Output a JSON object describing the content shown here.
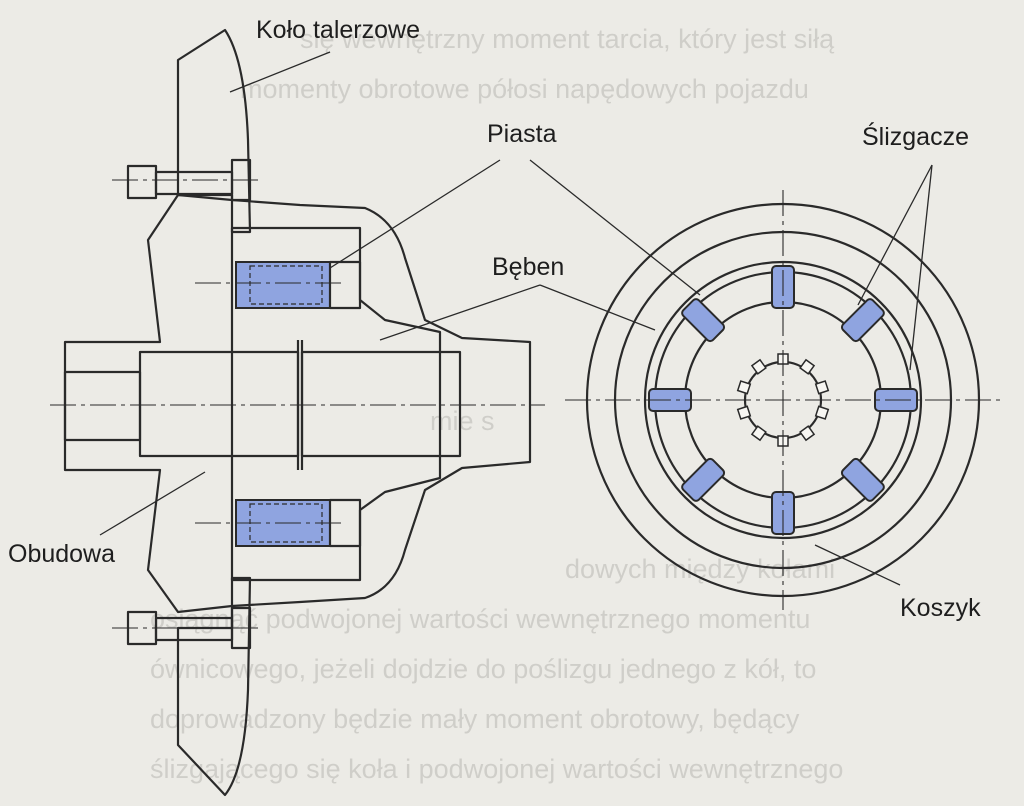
{
  "labels": {
    "kolo_talerzowe": "Koło talerzowe",
    "piasta": "Piasta",
    "slizgacze": "Ślizgacze",
    "beben": "Bęben",
    "obudowa": "Obudowa",
    "koszyk": "Koszyk"
  },
  "background_text": [
    "się wewnętrzny moment tarcia, który jest siłą",
    "momenty obrotowe półosi napędowych pojazdu",
    "mie s",
    "dowych między kołami",
    "osiągnąć podwojonej wartości wewnętrznego momentu",
    "ównicowego, jeżeli dojdzie do poślizgu jednego z kół, to",
    "doprowadzony będzie mały moment obrotowy, będący",
    "ślizgającego się koła i podwojonej wartości wewnętrznego"
  ],
  "colors": {
    "background": "#ecebe6",
    "slider_blue": "#8fa4e0",
    "line": "#2a2a2a",
    "hatch": "#5a5a5a"
  },
  "slider_count": 8
}
